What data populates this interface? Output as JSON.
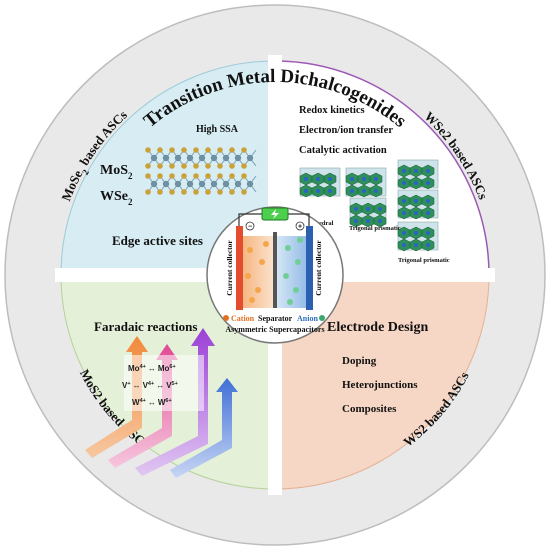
{
  "title": "Transition Metal Dichalcogenides",
  "rings": {
    "top_left": "MoSe",
    "top_left_sub": "2",
    "top_left_tail": " based ASCs",
    "top_right": "WSe2 based ASCs",
    "bottom_left": "MoS2 based ASCs",
    "bottom_right": "WS2 based ASCs"
  },
  "top_left_panel": {
    "high_ssa": "High SSA",
    "mos2": "MoS",
    "mos2_sub": "2",
    "wse2": "WSe",
    "wse2_sub": "2",
    "edge": "Edge active sites"
  },
  "top_right_panel": {
    "line1": "Redox kinetics",
    "line2": "Electron/ion transfer",
    "line3": "Catalytic activation",
    "octahedral": "Octahedral",
    "trigonal1": "Trigonal prismatic",
    "trigonal2": "Trigonal prismatic"
  },
  "bottom_left_panel": {
    "heading": "Faradaic reactions",
    "r1a": "Mo",
    "r1a_sup": "4+",
    "r1b": "Mo",
    "r1b_sup": "6+",
    "r2a": "V",
    "r2a_sup": "+",
    "r2b": "V",
    "r2b_sup": "4+",
    "r2c": "V",
    "r2c_sup": "5+",
    "r3a": "W",
    "r3a_sup": "4+",
    "r3b": "W",
    "r3b_sup": "6+",
    "arrow_sym": "↔"
  },
  "bottom_right_panel": {
    "heading": "Electrode Design",
    "items": [
      "Doping",
      "Heterojunctions",
      "Composites"
    ]
  },
  "center": {
    "current_left": "Current collector",
    "current_right": "Current collector",
    "cation": "Cation",
    "separator": "Separator",
    "anion": "Anion",
    "caption": "Asymmetric Supercapacitors",
    "minus": "−",
    "plus": "+"
  },
  "colors": {
    "tl_fill": "#d7edf3",
    "tr_fill": "#ffffff",
    "tr_border": "#9b59b6",
    "bl_fill": "#e5f0d8",
    "br_fill": "#f6d7c5",
    "ring": "#e8e8e8",
    "cation": "#e07020",
    "anion": "#2e6fbf"
  }
}
